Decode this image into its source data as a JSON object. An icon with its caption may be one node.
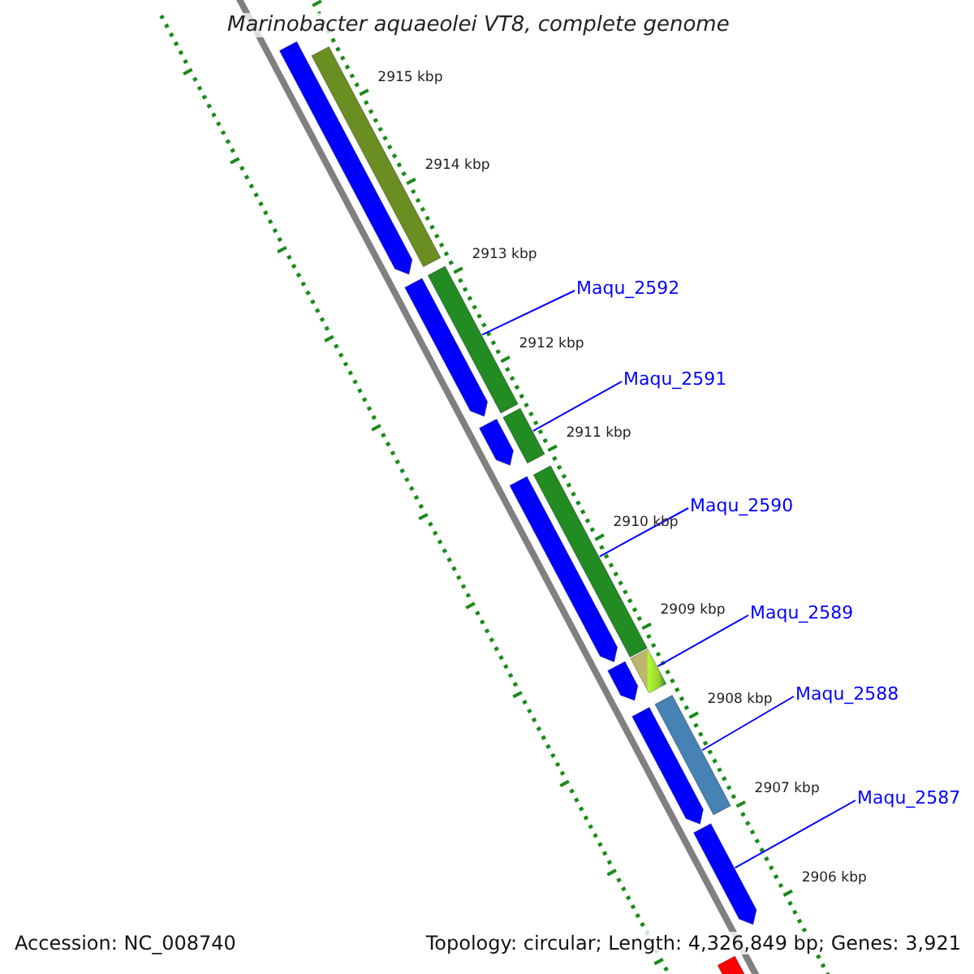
{
  "diagram": {
    "title": "Marinobacter aquaeolei VT8, complete genome",
    "nodes": [
      {
        "text": [
          "Maqu_2592"
        ]
      },
      {
        "text": [
          "Maqu_2591"
        ]
      },
      {
        "text": [
          "Maqu_2590"
        ]
      },
      {
        "text": [
          "Maqu_2589"
        ]
      },
      {
        "text": [
          "Maqu_2588"
        ]
      },
      {
        "text": [
          "Maqu_2587"
        ]
      },
      {
        "text": [],
        "shape": "bar"
      },
      {
        "text": [],
        "shape": "bar"
      },
      {
        "text": [],
        "shape": "bar"
      },
      {
        "text": [],
        "shape": "bar"
      },
      {
        "text": [],
        "shape": "bar"
      },
      {
        "text": [],
        "shape": "bar"
      },
      {
        "text": [],
        "shape": "bar"
      },
      {
        "text": [],
        "shape": "bar"
      },
      {
        "text": [],
        "shape": "bar"
      },
      {
        "text": [],
        "shape": "bar"
      },
      {
        "text": [],
        "shape": "bar"
      },
      {
        "text": [],
        "shape": "bar"
      },
      {
        "text": [],
        "shape": "bar"
      },
      {
        "text": [],
        "shape": "bar"
      }
    ],
    "edges": [
      {
        "from": 0,
        "to": 7,
        "arrow": "none"
      },
      {
        "from": 1,
        "to": 8,
        "arrow": "none"
      },
      {
        "from": 2,
        "to": 9,
        "arrow": "none"
      },
      {
        "from": 3,
        "to": 10,
        "arrow": "none"
      },
      {
        "from": 4,
        "to": 11,
        "arrow": "none"
      },
      {
        "from": 5,
        "to": 18,
        "arrow": "none"
      }
    ],
    "labels": [
      "2915 kbp",
      "2914 kbp",
      "2913 kbp",
      "2912 kbp",
      "2911 kbp",
      "2910 kbp",
      "2909 kbp",
      "2908 kbp",
      "2907 kbp",
      "2906 kbp",
      "Accession: NC_008740",
      "Topology: circular; Length: 4,326,849 bp; Genes: 3,921"
    ]
  }
}
